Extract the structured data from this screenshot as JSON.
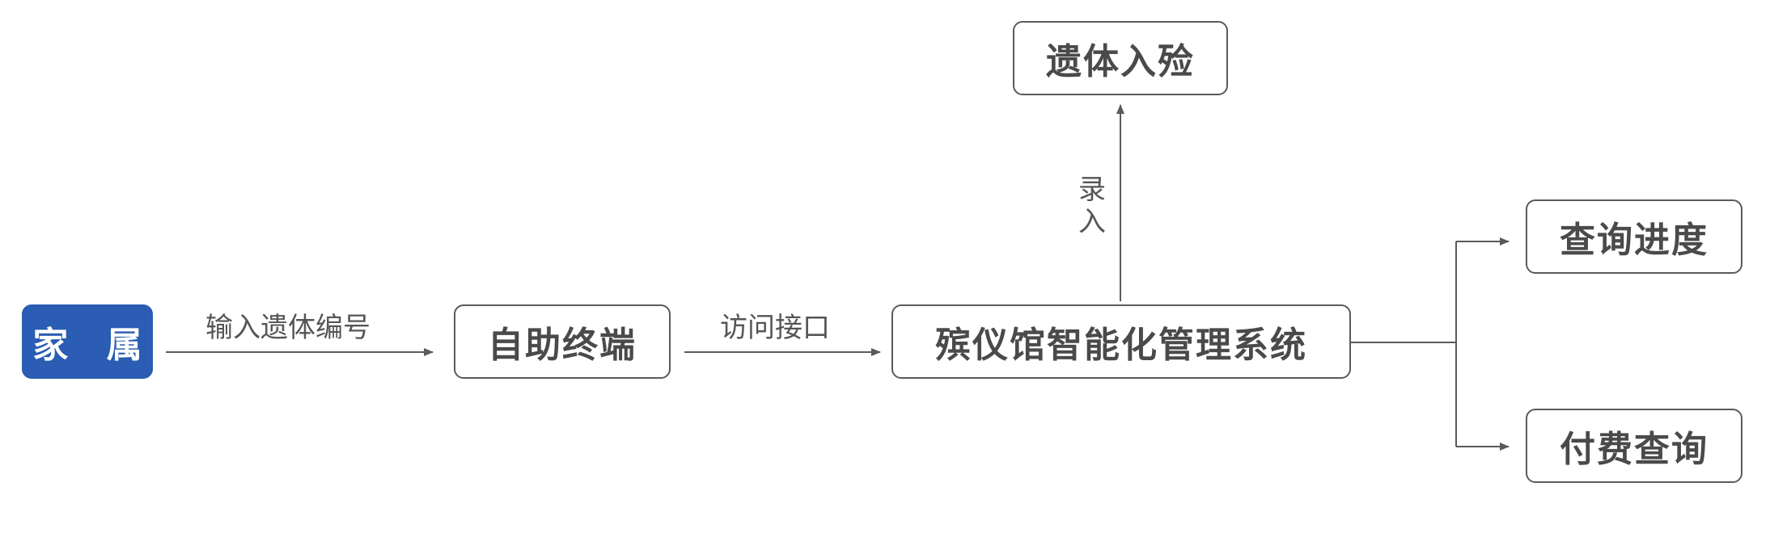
{
  "diagram": {
    "nodes": {
      "family": "家 属",
      "terminal": "自助终端",
      "system": "殡仪馆智能化管理系统",
      "encoffin": "遗体入殓",
      "progress": "查询进度",
      "payment": "付费查询"
    },
    "edges": {
      "family_terminal": "输入遗体编号",
      "terminal_system": "访问接口",
      "system_encoffin": "录入"
    },
    "colors": {
      "primary_fill": "#2a5db3",
      "border": "#5a5a5a",
      "line": "#5a5a5a",
      "text": "#4a4a4a"
    }
  }
}
